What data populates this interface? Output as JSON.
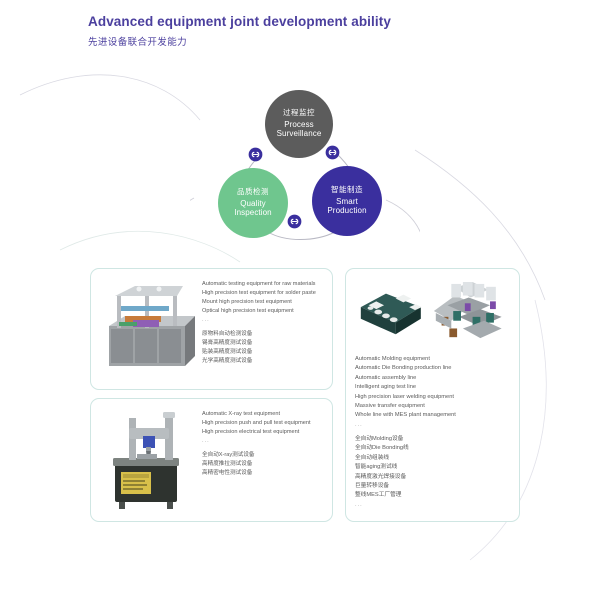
{
  "header": {
    "title_en": "Advanced equipment joint development ability",
    "title_cn": "先进设备联合开发能力",
    "accent_color": "#4b3f9e"
  },
  "diagram": {
    "name": "three-pillar-capability-diagram",
    "nodes": [
      {
        "id": "process-surveillance",
        "cn": "过程监控",
        "en_line1": "Process",
        "en_line2": "Surveillance",
        "color": "#5c5c5c"
      },
      {
        "id": "quality-inspection",
        "cn": "品质检测",
        "en_line1": "Quality",
        "en_line2": "Inspection",
        "color": "#6fc68e"
      },
      {
        "id": "smart-production",
        "cn": "智能制造",
        "en_line1": "Smart",
        "en_line2": "Production",
        "color": "#3a2f9e"
      }
    ],
    "connector_icon": "chain-link-icon",
    "connector_color": "#3a2f9e"
  },
  "panels": [
    {
      "id": "inspection-equipment-panel",
      "image_alt": "automatic-testing-equipment-render",
      "lines_en": [
        "Automatic testing equipment for raw materials",
        "High precision test equipment for solder paste",
        "Mount high precision test equipment",
        "Optical high precision test equipment"
      ],
      "ellipsis": "...",
      "lines_cn": [
        "原物料自动检测设备",
        "锡膏高精度测试设备",
        "贴装高精度测试设备",
        "光学高精度测试设备"
      ]
    },
    {
      "id": "xray-electrical-test-panel",
      "image_alt": "x-ray-push-pull-tester-render",
      "lines_en": [
        "Automatic X-ray test equipment",
        "High precision push and pull test equipment",
        "High precision electrical test equipment"
      ],
      "ellipsis": "...",
      "lines_cn": [
        "全自动X-ray测试设备",
        "高精度推拉测试设备",
        "高精密电性测试设备"
      ]
    },
    {
      "id": "smart-production-line-panel",
      "image_alt_1": "die-bonding-module-render",
      "image_alt_2": "automatic-assembly-line-render",
      "lines_en": [
        "Automatic Molding equipment",
        "Automatic Die Bonding production line",
        "Automatic assembly line",
        "Intelligent aging test line",
        "High precision laser welding equipment",
        "Massive transfer equipment",
        "Whole line with MES plant management"
      ],
      "ellipsis": "...",
      "lines_cn": [
        "全自动Molding设备",
        "全自动Die Bonding线",
        "全自动组装线",
        "智能aging测试线",
        "高精度激光焊接设备",
        "巨量转移设备",
        "整线MES工厂管理"
      ],
      "ellipsis_bottom": "..."
    }
  ]
}
